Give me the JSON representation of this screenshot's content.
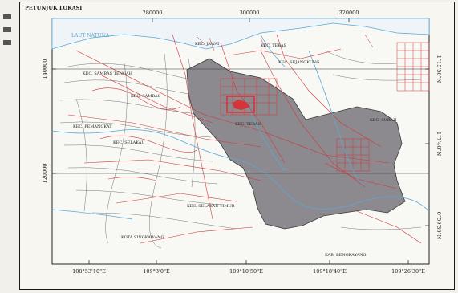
{
  "title": "PETUNJUK LOKASI",
  "sea_label": "LAUT NATUNA",
  "top_ticks": [
    "280000",
    "300000",
    "320000"
  ],
  "left_ticks": [
    "140000",
    "120000"
  ],
  "right_ticks": [
    "1°15'50\"N",
    "1°7'40\"N",
    "0°59'30\"N"
  ],
  "bottom_ticks": [
    "108°53'10\"E",
    "109°3'0\"E",
    "109°10'50\"E",
    "109°18'40\"E",
    "109°26'30\"E"
  ],
  "places": [
    {
      "id": "kec-jawai",
      "text": "KEC. JAWAI"
    },
    {
      "id": "kec-tebas",
      "text": "KEC. TEBAS"
    },
    {
      "id": "kec-sejangkung",
      "text": "KEC. SEJANGKUNG"
    },
    {
      "id": "kec-sambas-tengah",
      "text": "KEC. SAMBAS TENGAH"
    },
    {
      "id": "kec-sambas",
      "text": "KEC. SAMBAS"
    },
    {
      "id": "kec-pemangkat",
      "text": "KEC. PEMANGKAT"
    },
    {
      "id": "kec-selakau",
      "text": "KEC. SELAKAU"
    },
    {
      "id": "kec-tebas-2",
      "text": "KEC. TEBAS"
    },
    {
      "id": "kec-selakau-timur",
      "text": "KEC. SELAKAU TIMUR"
    },
    {
      "id": "kec-subah",
      "text": "KEC. SUBAH"
    },
    {
      "id": "kota-singkawang",
      "text": "KOTA SINGKAWANG"
    },
    {
      "id": "kab-bengkayang",
      "text": "KAB. BENGKAYANG"
    }
  ],
  "colors": {
    "study_area": "#8c8a8e",
    "roads": "#d2353a",
    "rivers": "#5aa9d6",
    "contours": "#444444",
    "frame": "#1a1a1a",
    "paper": "#f7f6f1"
  }
}
